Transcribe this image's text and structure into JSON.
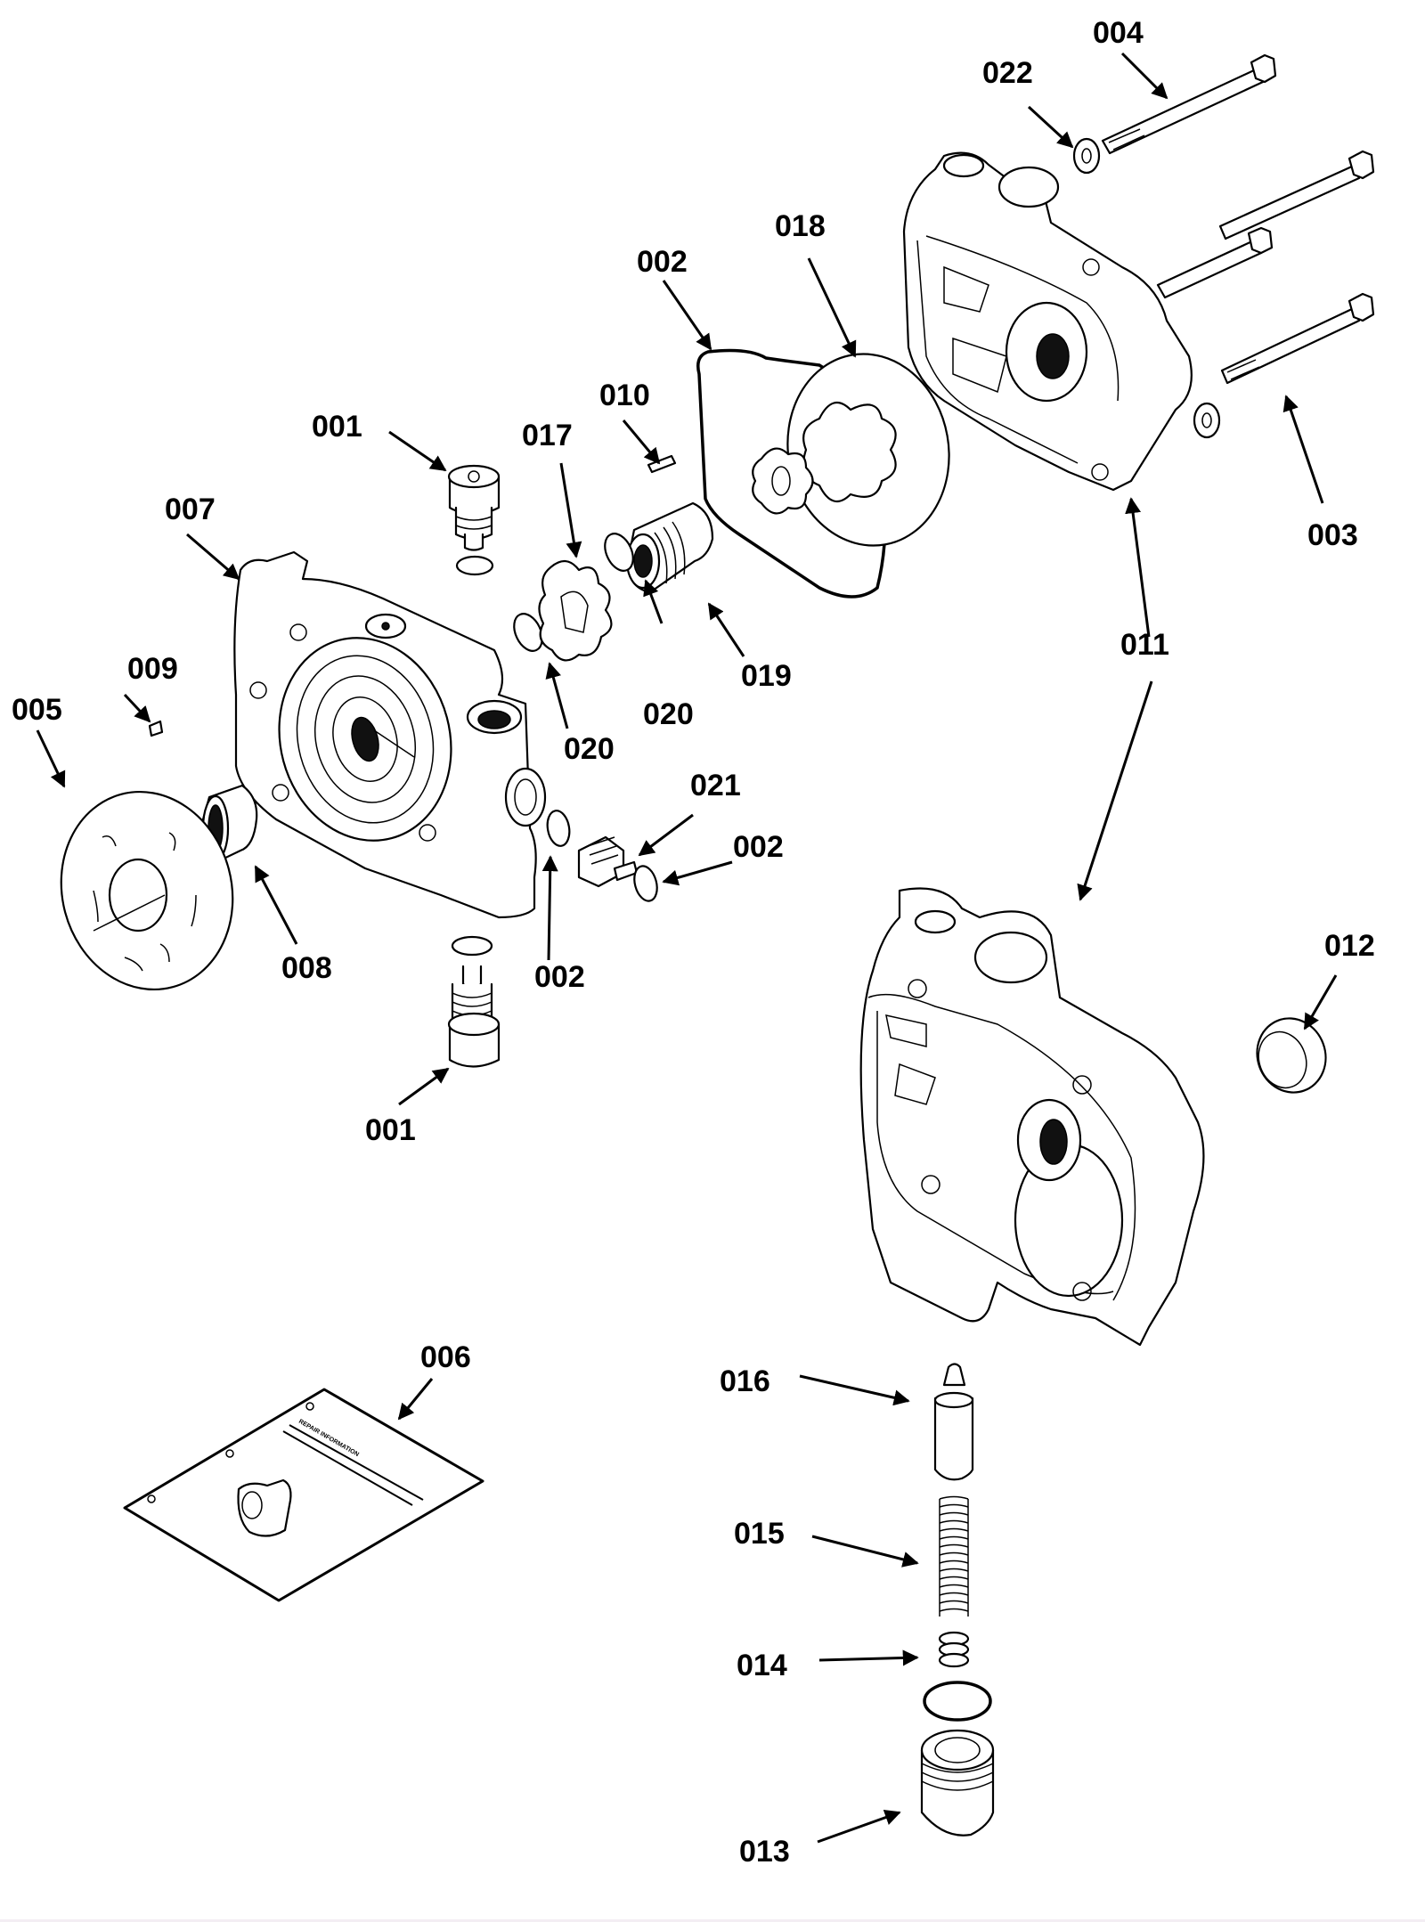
{
  "diagram": {
    "type": "exploded-parts-diagram",
    "subject": "hydraulic pump/motor assembly",
    "background_color": "#ffffff",
    "line_color": "#000000",
    "callouts": [
      {
        "id": "c004",
        "label": "004",
        "part": "long hex bolt (upper)"
      },
      {
        "id": "c022",
        "label": "022",
        "part": "flat washer"
      },
      {
        "id": "c018",
        "label": "018",
        "part": "gerotor outer ring"
      },
      {
        "id": "c002a",
        "label": "002",
        "part": "housing seal ring"
      },
      {
        "id": "c001a",
        "label": "001",
        "part": "valve cartridge (upper)"
      },
      {
        "id": "c010",
        "label": "010",
        "part": "key"
      },
      {
        "id": "c017",
        "label": "017",
        "part": "gerotor inner rotor"
      },
      {
        "id": "c007",
        "label": "007",
        "part": "end cover housing"
      },
      {
        "id": "c009",
        "label": "009",
        "part": "dowel pin"
      },
      {
        "id": "c005",
        "label": "005",
        "part": "thrust / wear plate"
      },
      {
        "id": "c008",
        "label": "008",
        "part": "needle bearing"
      },
      {
        "id": "c020a",
        "label": "020",
        "part": "retaining ring (left)"
      },
      {
        "id": "c020b",
        "label": "020",
        "part": "retaining ring (right)"
      },
      {
        "id": "c019",
        "label": "019",
        "part": "splined coupling"
      },
      {
        "id": "c021",
        "label": "021",
        "part": "check valve"
      },
      {
        "id": "c002b",
        "label": "002",
        "part": "o-ring (right)"
      },
      {
        "id": "c002c",
        "label": "002",
        "part": "o-ring (lower)"
      },
      {
        "id": "c001b",
        "label": "001",
        "part": "valve cartridge (lower)"
      },
      {
        "id": "c011",
        "label": "011",
        "part": "main housing"
      },
      {
        "id": "c003",
        "label": "003",
        "part": "long hex bolt (lower)"
      },
      {
        "id": "c012",
        "label": "012",
        "part": "shaft bushing"
      },
      {
        "id": "c006",
        "label": "006",
        "part": "repair information sheet"
      },
      {
        "id": "c016",
        "label": "016",
        "part": "relief valve poppet"
      },
      {
        "id": "c015",
        "label": "015",
        "part": "relief spring"
      },
      {
        "id": "c014",
        "label": "014",
        "part": "spring shim / spacer"
      },
      {
        "id": "c013",
        "label": "013",
        "part": "relief valve plug"
      }
    ],
    "document_text": "REPAIR INFORMATION"
  }
}
